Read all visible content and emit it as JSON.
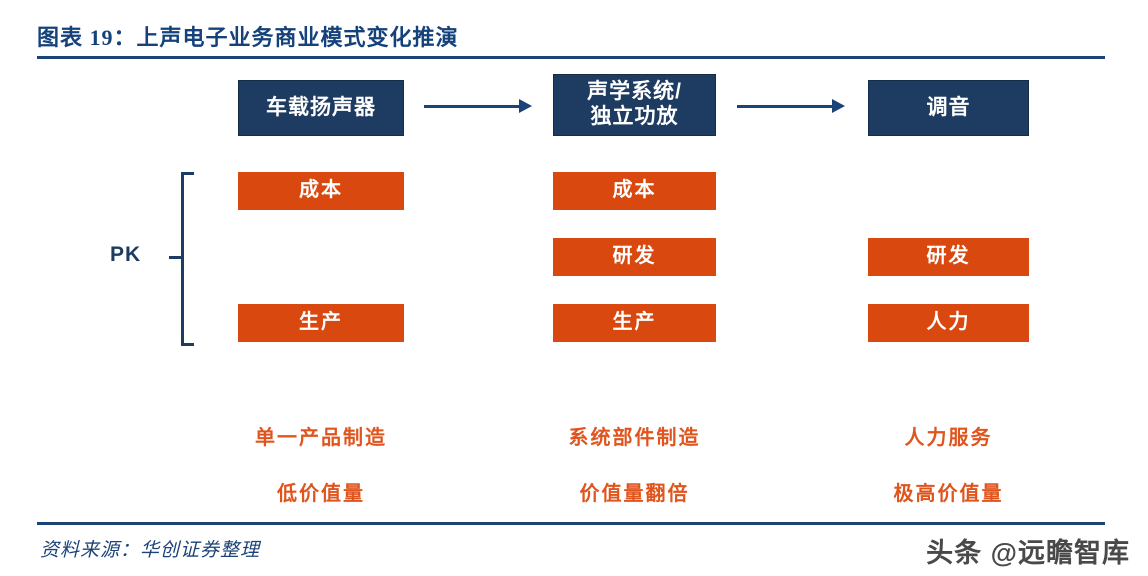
{
  "header": {
    "title": "图表 19：上声电子业务商业模式变化推演"
  },
  "diagram": {
    "pk_label": "PK",
    "stages": [
      {
        "title": "车载扬声器"
      },
      {
        "title": "声学系统/\n独立功放"
      },
      {
        "title": "调音"
      }
    ],
    "stage_titles_html": {
      "stage_1_line_1": "声学系统/",
      "stage_1_line_2": "独立功放"
    },
    "rows": [
      {
        "col0": "成本",
        "col1": "成本",
        "col2": ""
      },
      {
        "col0": "",
        "col1": "研发",
        "col2": "研发"
      },
      {
        "col0": "生产",
        "col1": "生产",
        "col2": "人力"
      }
    ],
    "captions": [
      {
        "primary": "单一产品制造",
        "secondary": "低价值量"
      },
      {
        "primary": "系统部件制造",
        "secondary": "价值量翻倍"
      },
      {
        "primary": "人力服务",
        "secondary": "极高价值量"
      }
    ]
  },
  "footer": {
    "source": "资料来源：华创证券整理",
    "watermark": "头条 @远瞻智库"
  },
  "colors": {
    "navy": "#1e3c61",
    "navy_rule": "#1b4378",
    "orange": "#d9480f",
    "caption_orange": "#e0551d",
    "title_navy": "#15427a",
    "background": "#ffffff"
  }
}
